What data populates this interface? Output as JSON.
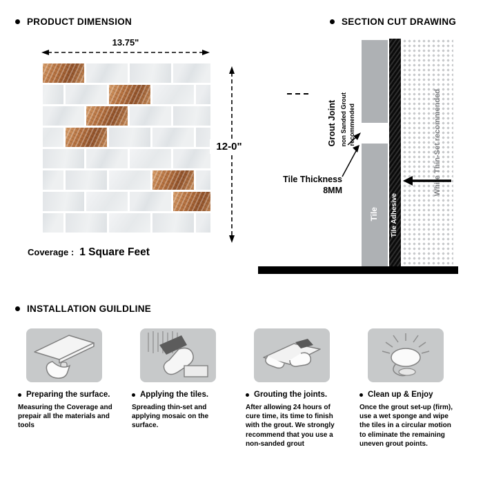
{
  "colors": {
    "tile_gray": "#aeb1b4",
    "adhesive_black": "#141414",
    "dot_gray": "#c8cacc",
    "box_gray": "#c7c9ca",
    "thinset_text_gray": "#808285",
    "copper": "#b5713f"
  },
  "product_dimension": {
    "title": "PRODUCT DIMENSION",
    "width_label": "13.75\"",
    "height_label": "12-0\"",
    "coverage_label": "Coverage :",
    "coverage_value": "1 Square Feet"
  },
  "section_cut": {
    "title": "SECTION CUT DRAWING",
    "grout_joint_label": "Grout Joint",
    "grout_note_line1": "non Sanded Grout",
    "grout_note_line2": "recommended",
    "tile_thickness_line1": "Tile Thickness",
    "tile_thickness_value": "8MM",
    "tile_label": "Tile",
    "adhesive_label": "Tile Adhesive",
    "thinset_label": "White Thin-Set recommended"
  },
  "installation": {
    "title": "INSTALLATION GUILDLINE",
    "steps": [
      {
        "icon": "trowel-hand-icon",
        "title": "Preparing the surface.",
        "description": "Measuring the Coverage and prepair all the materials and tools"
      },
      {
        "icon": "applying-trowel-icon",
        "title": "Applying the tiles.",
        "description": "Spreading thin-set and applying mosaic on the surface."
      },
      {
        "icon": "grout-float-icon",
        "title": "Grouting the joints.",
        "description": "After allowing 24 hours of cure time, its time to finish with the grout. We strongly recommend that you use a non-sanded grout"
      },
      {
        "icon": "sponge-icon",
        "title": "Clean up & Enjoy",
        "description": "Once the grout set-up (firm), use a wet sponge and wipe the tiles in a circular motion to eliminate the remaining uneven grout points."
      }
    ]
  },
  "mosaic": {
    "brick_width": 60,
    "brick_height": 28,
    "gap": 3,
    "rows": [
      {
        "offset": 0,
        "bricks": [
          "c",
          "m1",
          "m2",
          "m1"
        ]
      },
      {
        "offset": -30,
        "bricks": [
          "m2",
          "m1",
          "c",
          "m3",
          "m1"
        ]
      },
      {
        "offset": 0,
        "bricks": [
          "m1",
          "c",
          "m1",
          "m2"
        ]
      },
      {
        "offset": -30,
        "bricks": [
          "m3",
          "c",
          "m2",
          "m1",
          "m2"
        ]
      },
      {
        "offset": 0,
        "bricks": [
          "m2",
          "m1",
          "m3",
          "m1"
        ]
      },
      {
        "offset": -30,
        "bricks": [
          "m1",
          "m2",
          "m3",
          "c",
          "m1"
        ]
      },
      {
        "offset": 0,
        "bricks": [
          "m2",
          "m3",
          "m1",
          "c"
        ]
      },
      {
        "offset": -30,
        "bricks": [
          "m1",
          "m2",
          "m3",
          "m2",
          "m1"
        ]
      }
    ]
  }
}
